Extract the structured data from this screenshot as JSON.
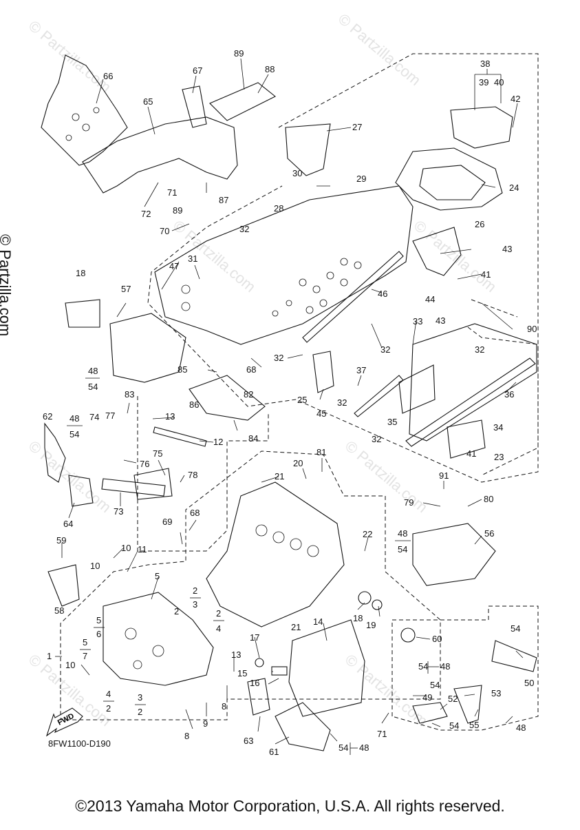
{
  "diagram": {
    "code": "8FW1100-D190",
    "fwd_label": "FWD",
    "side_watermark": "© Partzilla.com",
    "bg_watermark": "© Partzilla.com",
    "copyright": "©2013 Yamaha Motor Corporation, U.S.A. All rights reserved."
  },
  "callouts": [
    {
      "id": "66",
      "label": "66"
    },
    {
      "id": "65",
      "label": "65"
    },
    {
      "id": "67",
      "label": "67"
    },
    {
      "id": "89a",
      "label": "89"
    },
    {
      "id": "88",
      "label": "88"
    },
    {
      "id": "38",
      "label": "38"
    },
    {
      "id": "39",
      "label": "39"
    },
    {
      "id": "40",
      "label": "40"
    },
    {
      "id": "42",
      "label": "42"
    },
    {
      "id": "27",
      "label": "27"
    },
    {
      "id": "30",
      "label": "30"
    },
    {
      "id": "29",
      "label": "29"
    },
    {
      "id": "24",
      "label": "24"
    },
    {
      "id": "71a",
      "label": "71"
    },
    {
      "id": "72",
      "label": "72"
    },
    {
      "id": "89b",
      "label": "89"
    },
    {
      "id": "87",
      "label": "87"
    },
    {
      "id": "28",
      "label": "28"
    },
    {
      "id": "70",
      "label": "70"
    },
    {
      "id": "32a",
      "label": "32"
    },
    {
      "id": "26",
      "label": "26"
    },
    {
      "id": "43a",
      "label": "43"
    },
    {
      "id": "41a",
      "label": "41"
    },
    {
      "id": "47",
      "label": "47"
    },
    {
      "id": "31",
      "label": "31"
    },
    {
      "id": "18top",
      "label": "18"
    },
    {
      "id": "57",
      "label": "57"
    },
    {
      "id": "46",
      "label": "46"
    },
    {
      "id": "44",
      "label": "44"
    },
    {
      "id": "43b",
      "label": "43"
    },
    {
      "id": "90",
      "label": "90"
    },
    {
      "id": "33",
      "label": "33"
    },
    {
      "id": "32b",
      "label": "32"
    },
    {
      "id": "32c",
      "label": "32"
    },
    {
      "id": "48a",
      "label": "48"
    },
    {
      "id": "54a",
      "label": "54"
    },
    {
      "id": "85",
      "label": "85"
    },
    {
      "id": "68a",
      "label": "68"
    },
    {
      "id": "32d",
      "label": "32"
    },
    {
      "id": "37",
      "label": "37"
    },
    {
      "id": "36",
      "label": "36"
    },
    {
      "id": "83",
      "label": "83"
    },
    {
      "id": "86",
      "label": "86"
    },
    {
      "id": "82",
      "label": "82"
    },
    {
      "id": "25",
      "label": "25"
    },
    {
      "id": "32e",
      "label": "32"
    },
    {
      "id": "45",
      "label": "45"
    },
    {
      "id": "35",
      "label": "35"
    },
    {
      "id": "62",
      "label": "62"
    },
    {
      "id": "48b",
      "label": "48"
    },
    {
      "id": "54b",
      "label": "54"
    },
    {
      "id": "74",
      "label": "74"
    },
    {
      "id": "77",
      "label": "77"
    },
    {
      "id": "13a",
      "label": "13"
    },
    {
      "id": "12",
      "label": "12"
    },
    {
      "id": "84",
      "label": "84"
    },
    {
      "id": "32f",
      "label": "32"
    },
    {
      "id": "34",
      "label": "34"
    },
    {
      "id": "41b",
      "label": "41"
    },
    {
      "id": "23",
      "label": "23"
    },
    {
      "id": "76",
      "label": "76"
    },
    {
      "id": "75",
      "label": "75"
    },
    {
      "id": "78",
      "label": "78"
    },
    {
      "id": "20",
      "label": "20"
    },
    {
      "id": "81",
      "label": "81"
    },
    {
      "id": "91",
      "label": "91"
    },
    {
      "id": "21a",
      "label": "21"
    },
    {
      "id": "73",
      "label": "73"
    },
    {
      "id": "64",
      "label": "64"
    },
    {
      "id": "79",
      "label": "79"
    },
    {
      "id": "80",
      "label": "80"
    },
    {
      "id": "68b",
      "label": "68"
    },
    {
      "id": "69",
      "label": "69"
    },
    {
      "id": "22",
      "label": "22"
    },
    {
      "id": "48c",
      "label": "48"
    },
    {
      "id": "54c",
      "label": "54"
    },
    {
      "id": "56",
      "label": "56"
    },
    {
      "id": "59",
      "label": "59"
    },
    {
      "id": "10a",
      "label": "10"
    },
    {
      "id": "11",
      "label": "11"
    },
    {
      "id": "10b",
      "label": "10"
    },
    {
      "id": "5a",
      "label": "5"
    },
    {
      "id": "58",
      "label": "58"
    },
    {
      "id": "2a",
      "label": "2"
    },
    {
      "id": "3a",
      "label": "3"
    },
    {
      "id": "2b",
      "label": "2"
    },
    {
      "id": "4a",
      "label": "4"
    },
    {
      "id": "18",
      "label": "18"
    },
    {
      "id": "19",
      "label": "19"
    },
    {
      "id": "5b",
      "label": "5"
    },
    {
      "id": "6",
      "label": "6"
    },
    {
      "id": "2c",
      "label": "2"
    },
    {
      "id": "21b",
      "label": "21"
    },
    {
      "id": "14",
      "label": "14"
    },
    {
      "id": "60",
      "label": "60"
    },
    {
      "id": "54d",
      "label": "54"
    },
    {
      "id": "1",
      "label": "1"
    },
    {
      "id": "5c",
      "label": "5"
    },
    {
      "id": "7",
      "label": "7"
    },
    {
      "id": "17",
      "label": "17"
    },
    {
      "id": "13b",
      "label": "13"
    },
    {
      "id": "10c",
      "label": "10"
    },
    {
      "id": "15",
      "label": "15"
    },
    {
      "id": "54e",
      "label": "54"
    },
    {
      "id": "48d",
      "label": "48"
    },
    {
      "id": "50",
      "label": "50"
    },
    {
      "id": "16",
      "label": "16"
    },
    {
      "id": "54f",
      "label": "54"
    },
    {
      "id": "4b",
      "label": "4"
    },
    {
      "id": "2d",
      "label": "2"
    },
    {
      "id": "3b",
      "label": "3"
    },
    {
      "id": "2e",
      "label": "2"
    },
    {
      "id": "8a",
      "label": "8"
    },
    {
      "id": "49",
      "label": "49"
    },
    {
      "id": "53",
      "label": "53"
    },
    {
      "id": "52",
      "label": "52"
    },
    {
      "id": "9",
      "label": "9"
    },
    {
      "id": "8b",
      "label": "8"
    },
    {
      "id": "63",
      "label": "63"
    },
    {
      "id": "55",
      "label": "55"
    },
    {
      "id": "54g",
      "label": "54"
    },
    {
      "id": "71b",
      "label": "71"
    },
    {
      "id": "61",
      "label": "61"
    },
    {
      "id": "54h",
      "label": "54"
    },
    {
      "id": "48e",
      "label": "48"
    },
    {
      "id": "48f",
      "label": "48"
    }
  ]
}
